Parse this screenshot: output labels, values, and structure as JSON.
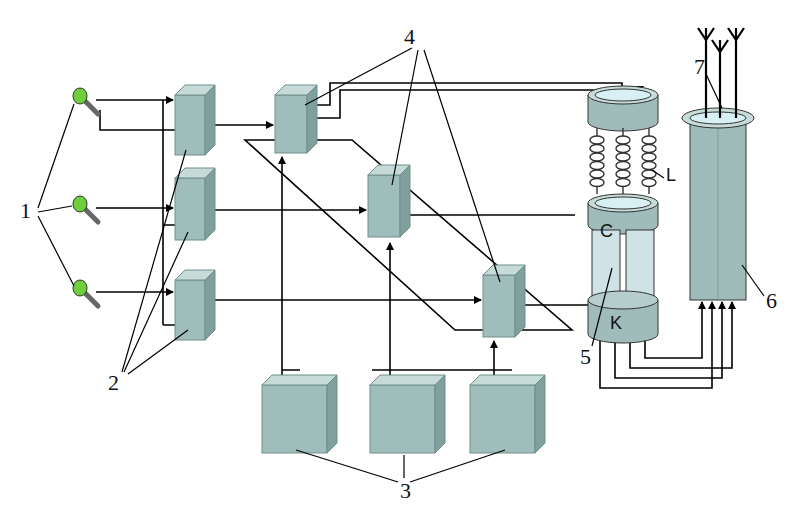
{
  "diagram": {
    "labels": [
      "1",
      "2",
      "3",
      "4",
      "5",
      "6",
      "7",
      "L",
      "C",
      "K"
    ]
  }
}
